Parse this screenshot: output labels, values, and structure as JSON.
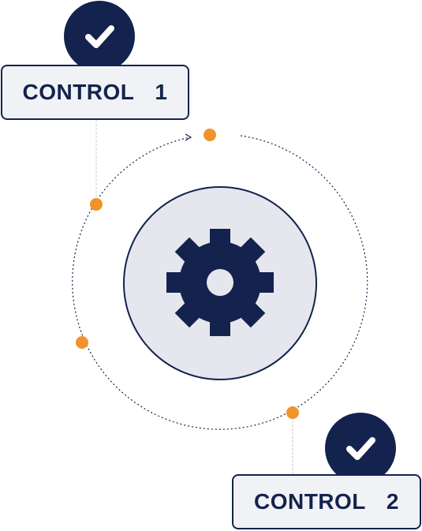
{
  "controls": [
    {
      "label": "CONTROL",
      "number": "1",
      "status_icon": "check-icon"
    },
    {
      "label": "CONTROL",
      "number": "2",
      "status_icon": "check-icon"
    }
  ],
  "center_icon": "gear-icon",
  "colors": {
    "navy": "#13234d",
    "accent_orange": "#f0932b",
    "hub_fill": "#e6e7ee",
    "box_fill": "#f1f2f6",
    "connector_gray": "#c9cbd3"
  }
}
